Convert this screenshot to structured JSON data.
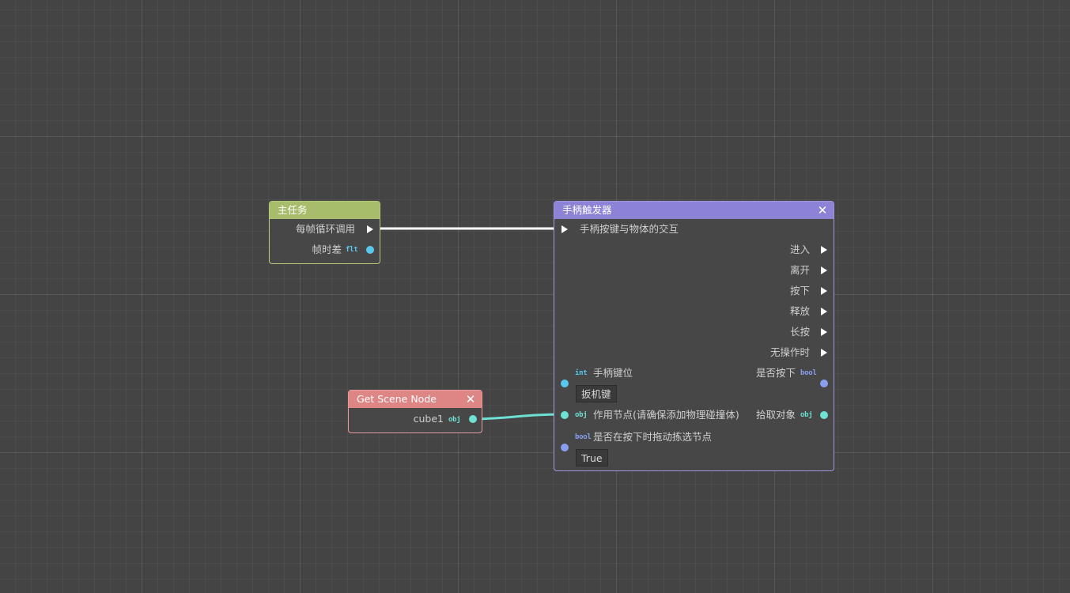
{
  "colors": {
    "background": "#444444",
    "main_task_header": "#a8bd6c",
    "main_task_border": "#b6c978",
    "trigger_header": "#8d83d6",
    "trigger_border": "#9f97dd",
    "scene_header": "#de8585",
    "scene_border": "#e99a9a",
    "flow_wire": "#ffffff",
    "obj_wire": "#6ee0d4",
    "pin_flt": "#58c8ef",
    "pin_obj": "#6ee0d4",
    "pin_bool": "#8a9ef0"
  },
  "main_task_node": {
    "title": "主任务",
    "exec_output": "每帧循环调用",
    "delta_output": "帧时差",
    "delta_type": "flt"
  },
  "scene_node": {
    "title": "Get Scene Node",
    "close": "✕",
    "output_label": "cube1",
    "output_type": "obj"
  },
  "trigger_node": {
    "title": "手柄触发器",
    "close": "✕",
    "exec_input": "手柄按键与物体的交互",
    "exec_outputs": [
      "进入",
      "离开",
      "按下",
      "释放",
      "长按",
      "无操作时"
    ],
    "key_input": {
      "type": "int",
      "label": "手柄键位",
      "value": "扳机键"
    },
    "pressed_output": {
      "label": "是否按下",
      "type": "bool"
    },
    "target_input": {
      "type": "obj",
      "label": "作用节点(请确保添加物理碰撞体)"
    },
    "pick_output": {
      "label": "拾取对象",
      "type": "obj"
    },
    "drag_input": {
      "type": "bool",
      "label": "是否在按下时拖动拣选节点",
      "value": "True"
    }
  }
}
